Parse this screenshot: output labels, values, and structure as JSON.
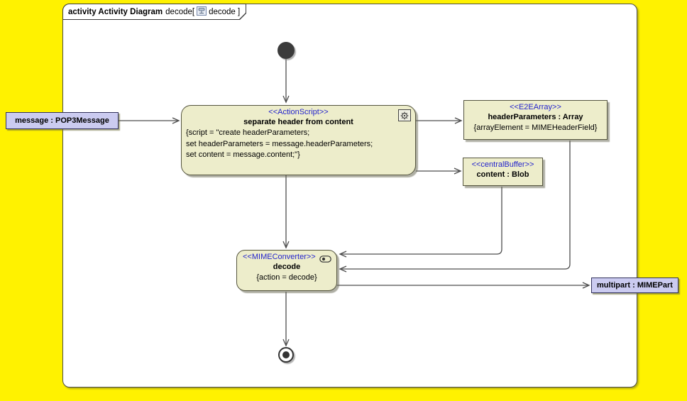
{
  "frame": {
    "title": {
      "keyword": "activity Activity Diagram",
      "context": "decode[",
      "reference": "decode ]"
    }
  },
  "nodes": {
    "action": {
      "stereotype": "<<ActionScript>>",
      "name": "separate header from content",
      "body_lines": [
        "{script = \"create headerParameters;",
        "set headerParameters = message.headerParameters;",
        "set content = message.content;\"}"
      ]
    },
    "header_parameters": {
      "stereotype": "<<E2EArray>>",
      "name": "headerParameters : Array",
      "constraint": "{arrayElement = MIMEHeaderField}"
    },
    "content_buffer": {
      "stereotype": "<<centralBuffer>>",
      "name": "content : Blob"
    },
    "decode": {
      "stereotype": "<<MIMEConverter>>",
      "name": "decode",
      "constraint": "{action = decode}"
    },
    "message_param": {
      "label": "message : POP3Message"
    },
    "multipart_param": {
      "label": "multipart : MIMEPart"
    }
  },
  "colors": {
    "background": "#FFF200",
    "node_fill": "#EDEDCB",
    "param_fill": "#CBCBF0",
    "stereotype_text": "#2323CC",
    "edge": "#4D4D4D"
  }
}
